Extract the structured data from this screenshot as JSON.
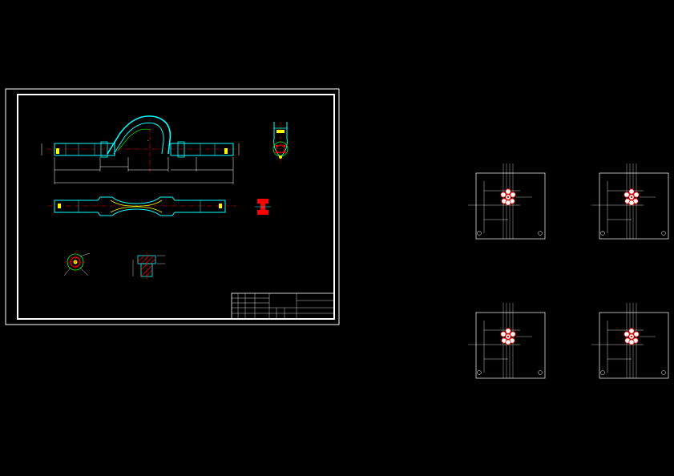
{
  "drawing": {
    "main_sheet": {
      "dimensions": {
        "left_height": "",
        "right_height": "",
        "seg1": "",
        "seg2": "",
        "seg3": "",
        "seg4": "",
        "seg5": "",
        "overall": ""
      },
      "section_label": "",
      "notes_heading": "",
      "notes": [
        "",
        "",
        "",
        "",
        "",
        ""
      ],
      "title_block": {
        "part_name": "",
        "drawing_no": "",
        "school": "",
        "designer": ""
      }
    },
    "detail_views": [
      {
        "id": "view-1",
        "caption": "",
        "dim_left": "",
        "dim_right": ""
      },
      {
        "id": "view-2",
        "caption": "",
        "dim_left": "",
        "dim_right": ""
      },
      {
        "id": "view-3",
        "caption": "",
        "dim_left": "",
        "dim_right": ""
      },
      {
        "id": "view-4",
        "caption": "",
        "dim_left": "",
        "dim_right": ""
      }
    ]
  },
  "colors": {
    "background": "#000000",
    "frame": "#ffffff",
    "outline": "#00ffff",
    "center": "#ff0000",
    "hatch": "#ff0000",
    "accent": "#ffff00",
    "green": "#00ff00"
  }
}
